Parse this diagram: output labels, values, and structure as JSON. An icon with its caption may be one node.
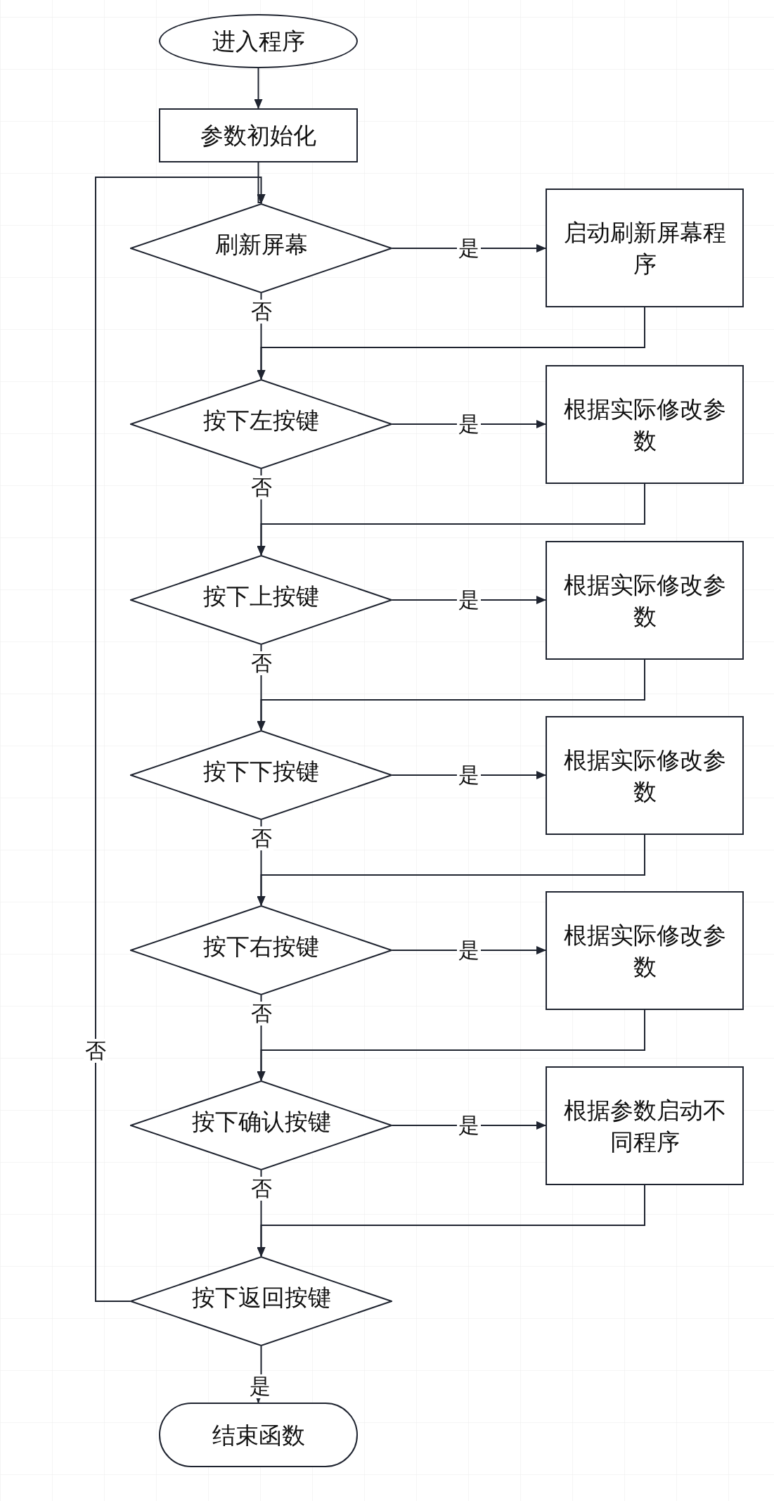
{
  "diagram": {
    "nodes": [
      {
        "text": [
          "进入程序"
        ]
      },
      {
        "text": [
          "参数初始化"
        ]
      },
      {
        "text": [
          "刷新屏幕"
        ]
      },
      {
        "text": [
          "启动刷新屏幕程序"
        ]
      },
      {
        "text": [
          "按下左按键"
        ]
      },
      {
        "text": [
          "根据实际修改参数"
        ]
      },
      {
        "text": [
          "按下上按键"
        ]
      },
      {
        "text": [
          "根据实际修改参数"
        ]
      },
      {
        "text": [
          "按下下按键"
        ]
      },
      {
        "text": [
          "根据实际修改参数"
        ]
      },
      {
        "text": [
          "按下右按键"
        ]
      },
      {
        "text": [
          "根据实际修改参数"
        ]
      },
      {
        "text": [
          "按下确认按键"
        ]
      },
      {
        "text": [
          "根据参数启动不同程序"
        ]
      },
      {
        "text": [
          "按下返回按键"
        ]
      },
      {
        "text": [
          "结束函数"
        ]
      }
    ],
    "edges": [
      {
        "from": 0,
        "to": 1,
        "arrow": "to"
      },
      {
        "from": 1,
        "to": 2,
        "arrow": "to"
      },
      {
        "from": 2,
        "to": 3,
        "arrow": "to",
        "label": "是"
      },
      {
        "from": 2,
        "to": 4,
        "arrow": "to",
        "label": "否"
      },
      {
        "from": 3,
        "to": 4,
        "arrow": "to"
      },
      {
        "from": 4,
        "to": 5,
        "arrow": "to",
        "label": "是"
      },
      {
        "from": 4,
        "to": 6,
        "arrow": "to",
        "label": "否"
      },
      {
        "from": 5,
        "to": 6,
        "arrow": "to"
      },
      {
        "from": 6,
        "to": 7,
        "arrow": "to",
        "label": "是"
      },
      {
        "from": 6,
        "to": 8,
        "arrow": "to",
        "label": "否"
      },
      {
        "from": 7,
        "to": 8,
        "arrow": "to"
      },
      {
        "from": 8,
        "to": 9,
        "arrow": "to",
        "label": "是"
      },
      {
        "from": 8,
        "to": 10,
        "arrow": "to",
        "label": "否"
      },
      {
        "from": 9,
        "to": 10,
        "arrow": "to"
      },
      {
        "from": 10,
        "to": 11,
        "arrow": "to",
        "label": "是"
      },
      {
        "from": 10,
        "to": 12,
        "arrow": "to",
        "label": "否"
      },
      {
        "from": 11,
        "to": 12,
        "arrow": "to"
      },
      {
        "from": 12,
        "to": 13,
        "arrow": "to",
        "label": "是"
      },
      {
        "from": 12,
        "to": 14,
        "arrow": "to",
        "label": "否"
      },
      {
        "from": 13,
        "to": 14,
        "arrow": "to"
      },
      {
        "from": 14,
        "to": 2,
        "arrow": "to",
        "label": "否"
      },
      {
        "from": 14,
        "to": 15,
        "arrow": "to",
        "label": "是"
      }
    ]
  }
}
